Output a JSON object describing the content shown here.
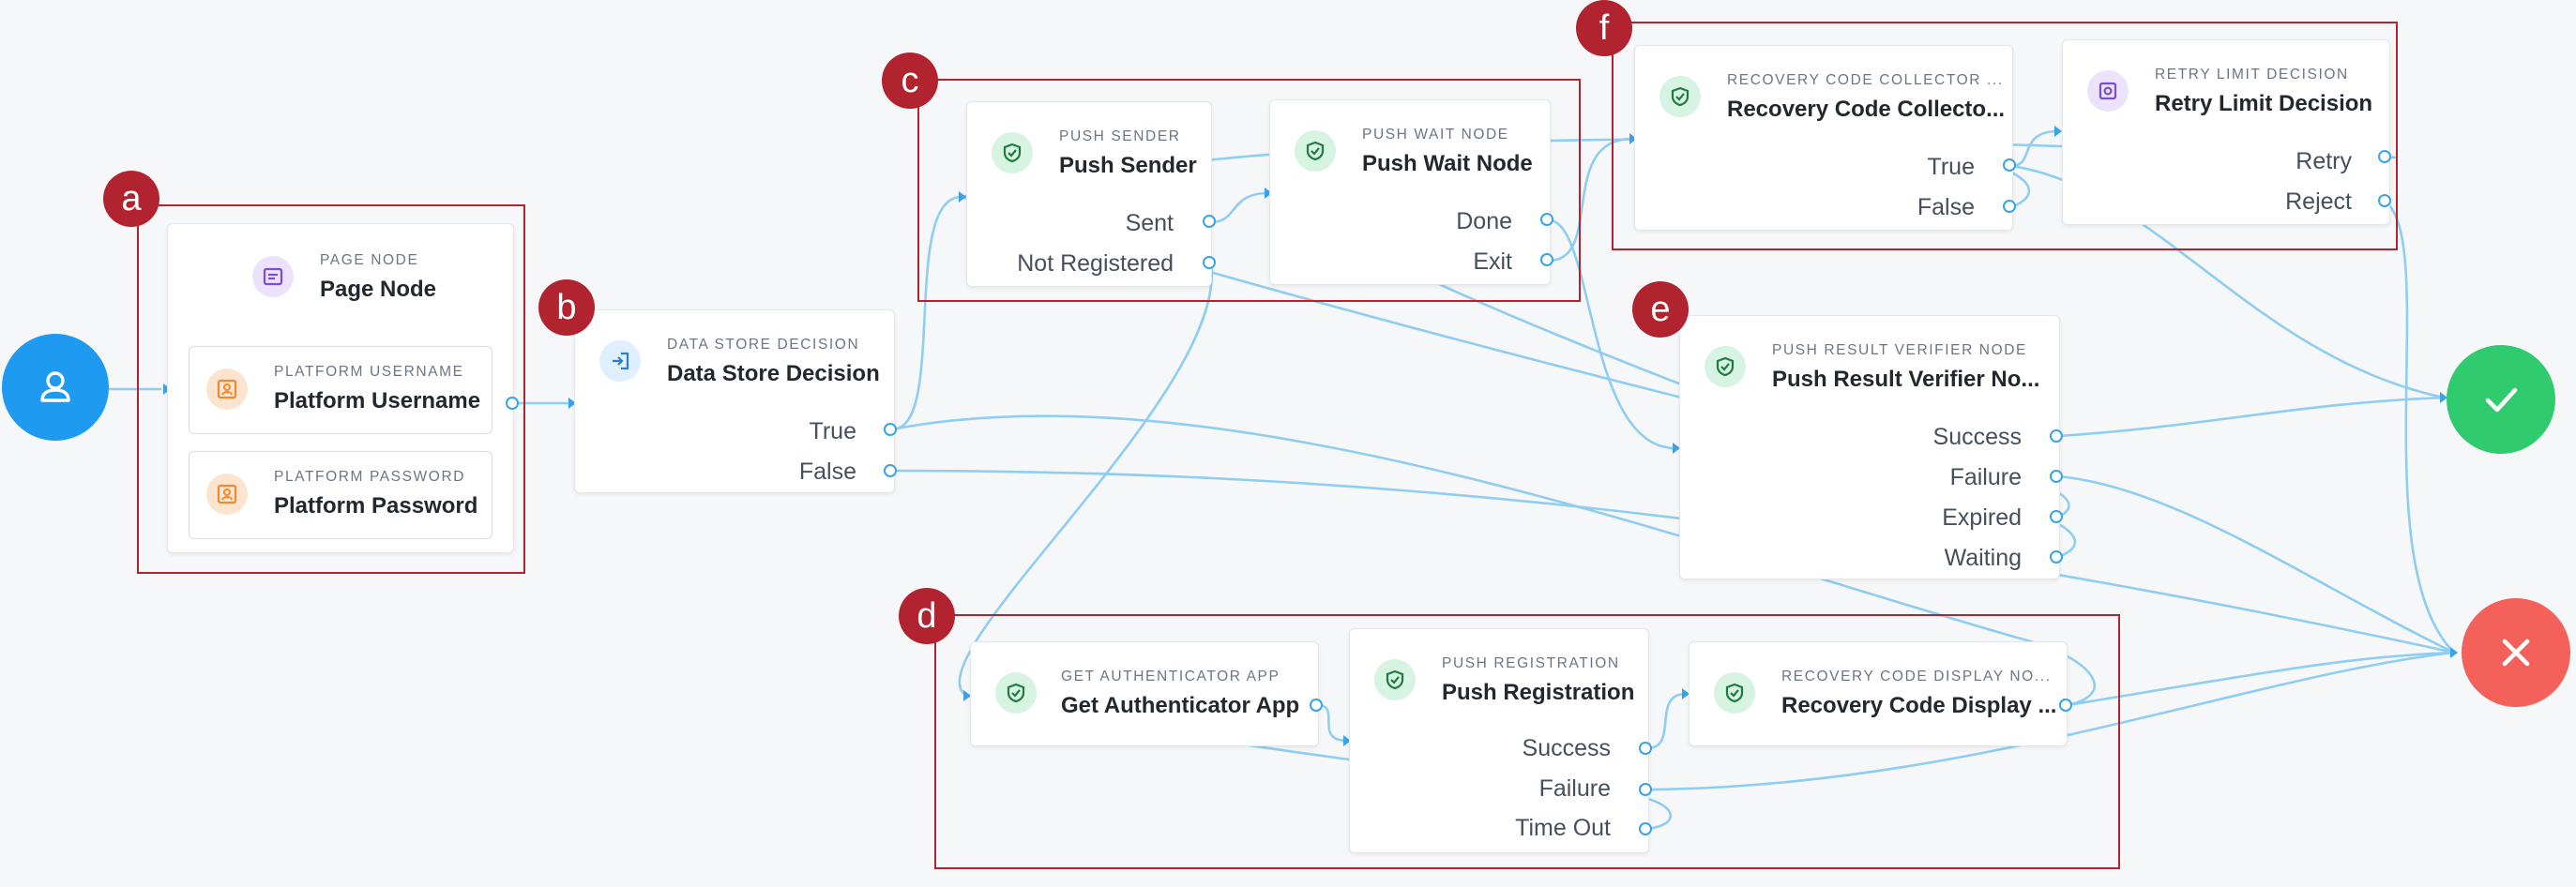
{
  "colors": {
    "highlight": "#b1242f",
    "wire": "#8fcdf1",
    "port": "#3aa3e8",
    "start": "#1e9af0",
    "success": "#2fcb6e",
    "failure": "#f4605a"
  },
  "badges": {
    "a": "a",
    "b": "b",
    "c": "c",
    "d": "d",
    "e": "e",
    "f": "f"
  },
  "start_node": {
    "icon": "user-icon"
  },
  "success_node": {
    "icon": "check-icon"
  },
  "failure_node": {
    "icon": "x-icon"
  },
  "nodes": {
    "page_node": {
      "type": "PAGE NODE",
      "title": "Page Node",
      "icon": "page-icon",
      "children": [
        {
          "type": "PLATFORM USERNAME",
          "title": "Platform Username",
          "icon": "id-card-icon"
        },
        {
          "type": "PLATFORM PASSWORD",
          "title": "Platform Password",
          "icon": "id-card-icon"
        }
      ]
    },
    "data_store": {
      "type": "DATA STORE DECISION",
      "title": "Data Store Decision",
      "icon": "login-icon",
      "outcomes": [
        "True",
        "False"
      ]
    },
    "push_sender": {
      "type": "PUSH SENDER",
      "title": "Push Sender",
      "icon": "shield-check-icon",
      "outcomes": [
        "Sent",
        "Not Registered"
      ]
    },
    "push_wait": {
      "type": "PUSH WAIT NODE",
      "title": "Push Wait Node",
      "icon": "shield-check-icon",
      "outcomes": [
        "Done",
        "Exit"
      ]
    },
    "recovery_collector": {
      "type": "RECOVERY CODE COLLECTOR ...",
      "title": "Recovery Code Collecto...",
      "icon": "shield-check-icon",
      "outcomes": [
        "True",
        "False"
      ]
    },
    "retry_limit": {
      "type": "RETRY LIMIT DECISION",
      "title": "Retry Limit Decision",
      "icon": "gear-icon",
      "outcomes": [
        "Retry",
        "Reject"
      ]
    },
    "push_verifier": {
      "type": "PUSH RESULT VERIFIER NODE",
      "title": "Push Result Verifier No...",
      "icon": "shield-check-icon",
      "outcomes": [
        "Success",
        "Failure",
        "Expired",
        "Waiting"
      ]
    },
    "get_auth_app": {
      "type": "GET AUTHENTICATOR APP",
      "title": "Get Authenticator App",
      "icon": "shield-check-icon"
    },
    "push_registration": {
      "type": "PUSH REGISTRATION",
      "title": "Push Registration",
      "icon": "shield-check-icon",
      "outcomes": [
        "Success",
        "Failure",
        "Time Out"
      ]
    },
    "recovery_display": {
      "type": "RECOVERY CODE DISPLAY NO...",
      "title": "Recovery Code Display ...",
      "icon": "shield-check-icon"
    }
  }
}
